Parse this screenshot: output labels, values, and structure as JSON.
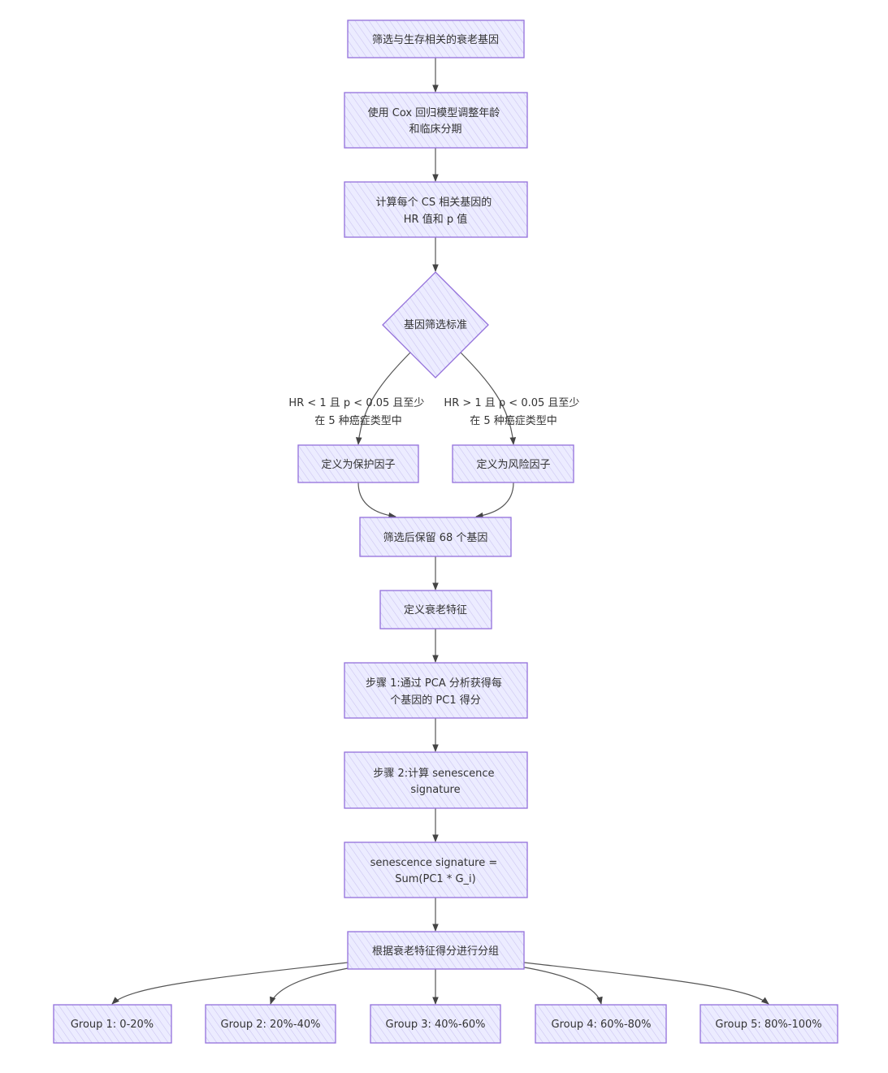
{
  "colors": {
    "node_fill": "#ececff",
    "node_stroke": "#9370db",
    "hatch": "#c9c2f0",
    "edge": "#555555",
    "text": "#333333"
  },
  "nodes": {
    "start": {
      "lines": [
        "筛选与生存相关的衰老基因"
      ]
    },
    "cox": {
      "lines": [
        "使用 Cox 回归模型调整年龄",
        "和临床分期"
      ]
    },
    "calc": {
      "lines": [
        "计算每个 CS 相关基因的",
        "HR 值和 p 值"
      ]
    },
    "criteria": {
      "lines": [
        "基因筛选标准"
      ]
    },
    "protect": {
      "lines": [
        "定义为保护因子"
      ]
    },
    "risk": {
      "lines": [
        "定义为风险因子"
      ]
    },
    "kept": {
      "lines": [
        "筛选后保留 68 个基因"
      ]
    },
    "define": {
      "lines": [
        "定义衰老特征"
      ]
    },
    "step1": {
      "lines": [
        "步骤 1:通过 PCA 分析获得每",
        "个基因的 PC1 得分"
      ]
    },
    "step2": {
      "lines": [
        "步骤 2:计算 senescence",
        "signature"
      ]
    },
    "formula": {
      "lines": [
        "senescence signature =",
        "Sum(PC1 * G_i)"
      ]
    },
    "group": {
      "lines": [
        "根据衰老特征得分进行分组"
      ]
    },
    "g1": {
      "lines": [
        "Group 1: 0-20%"
      ]
    },
    "g2": {
      "lines": [
        "Group 2: 20%-40%"
      ]
    },
    "g3": {
      "lines": [
        "Group 3: 40%-60%"
      ]
    },
    "g4": {
      "lines": [
        "Group 4: 60%-80%"
      ]
    },
    "g5": {
      "lines": [
        "Group 5: 80%-100%"
      ]
    }
  },
  "edge_labels": {
    "protect_condition": [
      "HR < 1 且 p < 0.05 且至少",
      "在 5 种癌症类型中"
    ],
    "risk_condition": [
      "HR > 1 且 p < 0.05 且至少",
      "在 5 种癌症类型中"
    ]
  },
  "edges": [
    {
      "from": "start",
      "to": "cox"
    },
    {
      "from": "cox",
      "to": "calc"
    },
    {
      "from": "calc",
      "to": "criteria"
    },
    {
      "from": "criteria",
      "to": "protect",
      "label": "protect_condition"
    },
    {
      "from": "criteria",
      "to": "risk",
      "label": "risk_condition"
    },
    {
      "from": "protect",
      "to": "kept"
    },
    {
      "from": "risk",
      "to": "kept"
    },
    {
      "from": "kept",
      "to": "define"
    },
    {
      "from": "define",
      "to": "step1"
    },
    {
      "from": "step1",
      "to": "step2"
    },
    {
      "from": "step2",
      "to": "formula"
    },
    {
      "from": "formula",
      "to": "group"
    },
    {
      "from": "group",
      "to": "g1"
    },
    {
      "from": "group",
      "to": "g2"
    },
    {
      "from": "group",
      "to": "g3"
    },
    {
      "from": "group",
      "to": "g4"
    },
    {
      "from": "group",
      "to": "g5"
    }
  ]
}
